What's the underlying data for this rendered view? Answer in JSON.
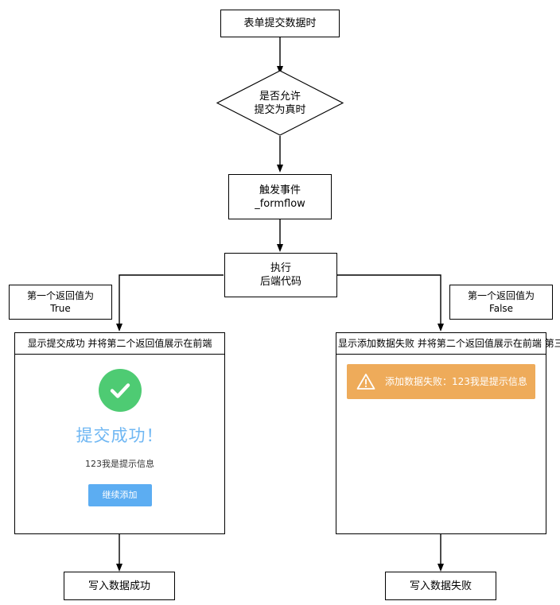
{
  "diagram": {
    "type": "flowchart",
    "nodes": {
      "start": {
        "lines": [
          "表单提交数据时"
        ]
      },
      "decision": {
        "lines": [
          "是否允许",
          "提交为真时"
        ]
      },
      "trigger": {
        "lines": [
          "触发事件",
          "_formflow"
        ]
      },
      "execute": {
        "lines": [
          "执行",
          "后端代码"
        ]
      },
      "branch_true_note": {
        "lines": [
          "第一个返回值为",
          "True"
        ]
      },
      "branch_false_note": {
        "lines": [
          "第一个返回值为",
          "False"
        ]
      },
      "success_panel": {
        "header_lines": [
          "显示提交成功",
          "并将第二个返回值展示在前端"
        ],
        "check_icon": "check-mark-icon",
        "title": "提交成功！",
        "message": "123我是提示信息",
        "button_label": "继续添加"
      },
      "fail_panel": {
        "header_lines": [
          "显示添加数据失败",
          "并将第二个返回值展示在前端",
          "第三个返回值设置控件数据和提示"
        ],
        "alert_icon": "warning-triangle-icon",
        "alert_text": "添加数据失败：123我是提示信息"
      },
      "end_success": {
        "lines": [
          "写入数据成功"
        ]
      },
      "end_fail": {
        "lines": [
          "写入数据失败"
        ]
      }
    },
    "colors": {
      "success_green": "#4ecb73",
      "success_title_blue": "#6fb7f3",
      "button_blue": "#5cadf2",
      "alert_orange": "#eeab5a",
      "stroke": "#000000",
      "background": "#ffffff"
    }
  }
}
